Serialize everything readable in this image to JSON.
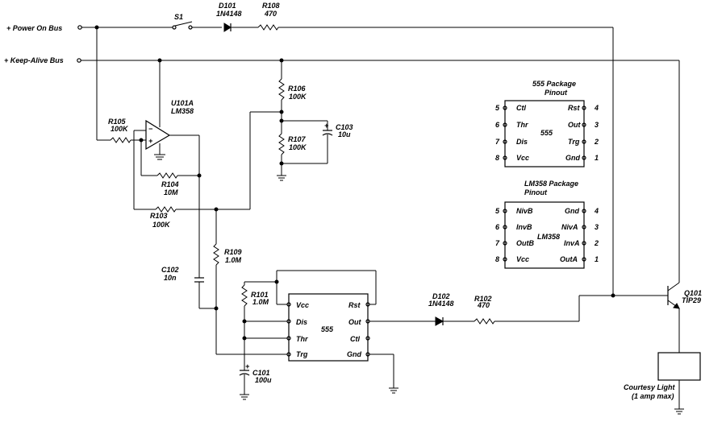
{
  "buses": {
    "power_on": "+ Power On Bus",
    "keep_alive": "+ Keep-Alive Bus"
  },
  "components": {
    "s1": {
      "ref": "S1"
    },
    "d101": {
      "ref": "D101",
      "value": "1N4148"
    },
    "r108": {
      "ref": "R108",
      "value": "470"
    },
    "u101": {
      "ref": "U101A",
      "value": "LM358"
    },
    "r105": {
      "ref": "R105",
      "value": "100K"
    },
    "r104": {
      "ref": "R104",
      "value": "10M"
    },
    "r103": {
      "ref": "R103",
      "value": "100K"
    },
    "r106": {
      "ref": "R106",
      "value": "100K"
    },
    "r107": {
      "ref": "R107",
      "value": "100K"
    },
    "c103": {
      "ref": "C103",
      "value": "10u"
    },
    "r109": {
      "ref": "R109",
      "value": "1.0M"
    },
    "c102": {
      "ref": "C102",
      "value": "10n"
    },
    "r101": {
      "ref": "R101",
      "value": "1.0M"
    },
    "c101": {
      "ref": "C101",
      "value": "100u"
    },
    "d102": {
      "ref": "D102",
      "value": "1N4148"
    },
    "r102": {
      "ref": "R102",
      "value": "470"
    },
    "q101": {
      "ref": "Q101",
      "value": "TIP29"
    },
    "load": {
      "label": "Courtesy Light",
      "sublabel": "(1 amp max)"
    }
  },
  "timer": {
    "name": "555",
    "pins": {
      "vcc": "Vcc",
      "dis": "Dis",
      "thr": "Thr",
      "trg": "Trg",
      "rst": "Rst",
      "out": "Out",
      "ctl": "Ctl",
      "gnd": "Gnd"
    }
  },
  "opamp": {
    "minus": "−",
    "plus": "+"
  },
  "pinout_555": {
    "title": "555 Package",
    "subtitle": "Pinout",
    "name": "555",
    "left": [
      {
        "num": "5",
        "name": "Ctl"
      },
      {
        "num": "6",
        "name": "Thr"
      },
      {
        "num": "7",
        "name": "Dis"
      },
      {
        "num": "8",
        "name": "Vcc"
      }
    ],
    "right": [
      {
        "num": "4",
        "name": "Rst"
      },
      {
        "num": "3",
        "name": "Out"
      },
      {
        "num": "2",
        "name": "Trg"
      },
      {
        "num": "1",
        "name": "Gnd"
      }
    ]
  },
  "pinout_lm358": {
    "title": "LM358 Package",
    "subtitle": "Pinout",
    "name": "LM358",
    "left": [
      {
        "num": "5",
        "name": "NivB"
      },
      {
        "num": "6",
        "name": "InvB"
      },
      {
        "num": "7",
        "name": "OutB"
      },
      {
        "num": "8",
        "name": "Vcc"
      }
    ],
    "right": [
      {
        "num": "4",
        "name": "Gnd"
      },
      {
        "num": "3",
        "name": "NivA"
      },
      {
        "num": "2",
        "name": "InvA"
      },
      {
        "num": "1",
        "name": "OutA"
      }
    ]
  }
}
